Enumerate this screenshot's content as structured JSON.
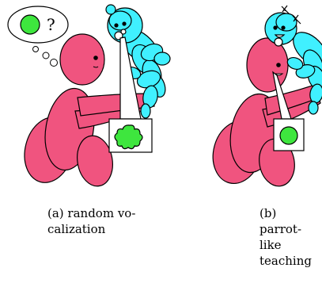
{
  "panels": [
    {
      "id": "a",
      "caption": "(a) random vo-\ncalization",
      "thought_text": "?"
    },
    {
      "id": "b",
      "caption": "(b)\nparrot-\nlike\nteaching"
    }
  ],
  "colors": {
    "caregiver": "#f0547f",
    "infant": "#40f0ff",
    "shape": "#3ee63e",
    "outline": "#000000",
    "background": "#ffffff"
  }
}
